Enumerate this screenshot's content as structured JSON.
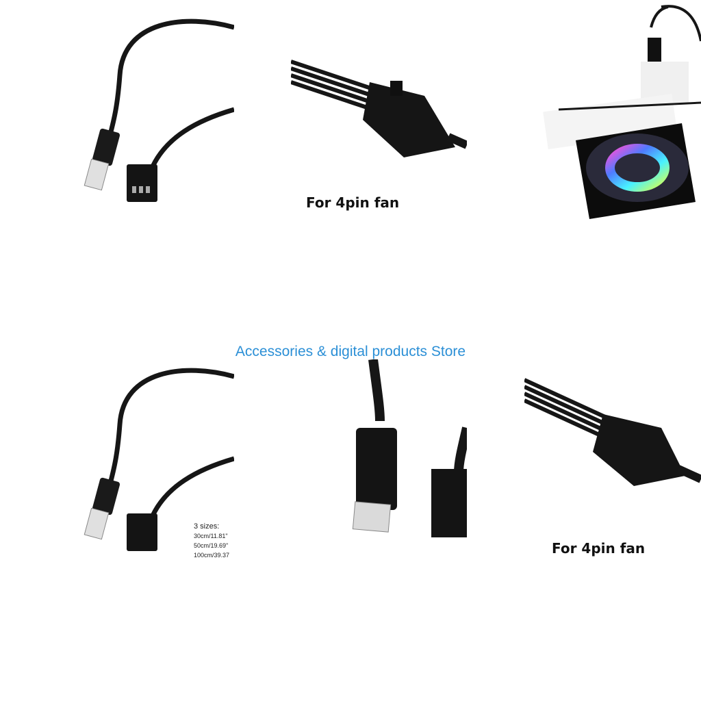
{
  "store_watermark": "Accessories & digital products Store",
  "panels": {
    "top_middle_caption": "For 4pin fan",
    "bottom_right_caption": "For 4pin fan",
    "sizes_heading": "3 sizes:",
    "sizes": [
      "30cm/11.81\"",
      "50cm/19.69\"",
      "100cm/39.37"
    ]
  },
  "colors": {
    "cable": "#161616",
    "connector_metal": "#d9d9d9",
    "watermark": "#2b8fd6",
    "caption": "#111111"
  }
}
